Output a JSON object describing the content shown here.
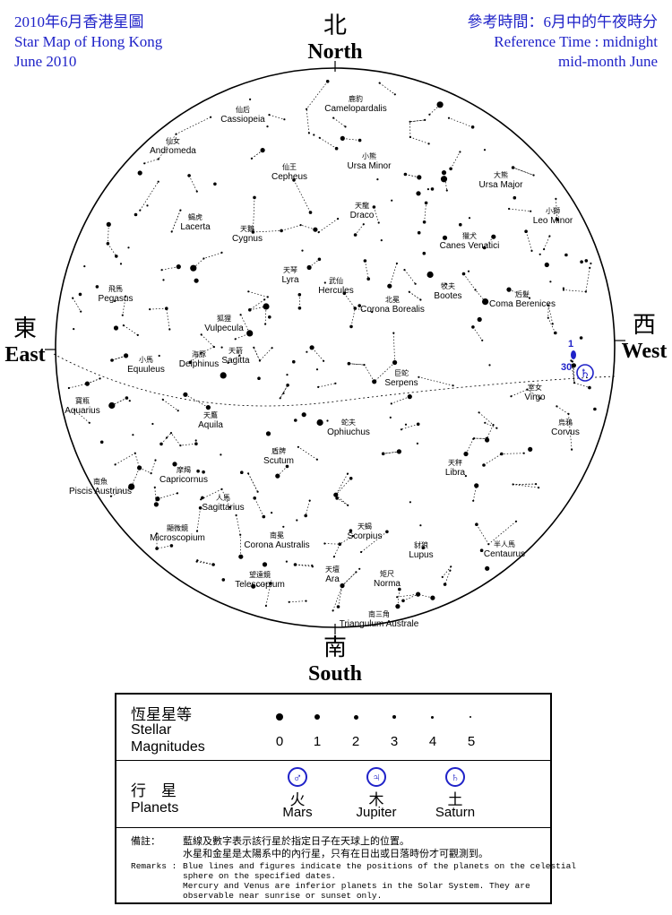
{
  "header": {
    "left": [
      "2010年6月香港星圖",
      "Star Map of Hong Kong",
      "June 2010"
    ],
    "right": [
      "參考時間：6月中的午夜時分",
      "Reference Time : midnight",
      "mid-month June"
    ]
  },
  "directions": {
    "north": {
      "cn": "北",
      "en": "North"
    },
    "south": {
      "cn": "南",
      "en": "South"
    },
    "east": {
      "cn": "東",
      "en": "East"
    },
    "west": {
      "cn": "西",
      "en": "West"
    }
  },
  "constellations": [
    {
      "cn": "鹿豹",
      "en": "Camelopardalis"
    },
    {
      "cn": "仙后",
      "en": "Cassiopeia"
    },
    {
      "cn": "仙女",
      "en": "Andromeda"
    },
    {
      "cn": "仙王",
      "en": "Cepheus"
    },
    {
      "cn": "小熊",
      "en": "Ursa Minor"
    },
    {
      "cn": "大熊",
      "en": "Ursa Major"
    },
    {
      "cn": "天龍",
      "en": "Draco"
    },
    {
      "cn": "小獅",
      "en": "Leo Minor"
    },
    {
      "cn": "蝎虎",
      "en": "Lacerta"
    },
    {
      "cn": "天鵝",
      "en": "Cygnus"
    },
    {
      "cn": "獵犬",
      "en": "Canes Venatici"
    },
    {
      "cn": "飛馬",
      "en": "Pegasus"
    },
    {
      "cn": "天琴",
      "en": "Lyra"
    },
    {
      "cn": "武仙",
      "en": "Hercules"
    },
    {
      "cn": "牧夫",
      "en": "Bootes"
    },
    {
      "cn": "后髮",
      "en": "Coma Berenices"
    },
    {
      "cn": "北冕",
      "en": "Corona Borealis"
    },
    {
      "cn": "狐狸",
      "en": "Vulpecula"
    },
    {
      "cn": "小馬",
      "en": "Equuleus"
    },
    {
      "cn": "海豚",
      "en": "Delphinus"
    },
    {
      "cn": "天箭",
      "en": "Sagitta"
    },
    {
      "cn": "巨蛇",
      "en": "Serpens"
    },
    {
      "cn": "室女",
      "en": "Virgo"
    },
    {
      "cn": "寶瓶",
      "en": "Aquarius"
    },
    {
      "cn": "天鷹",
      "en": "Aquila"
    },
    {
      "cn": "蛇夫",
      "en": "Ophiuchus"
    },
    {
      "cn": "烏鴉",
      "en": "Corvus"
    },
    {
      "cn": "盾牌",
      "en": "Scutum"
    },
    {
      "cn": "天秤",
      "en": "Libra"
    },
    {
      "cn": "南魚",
      "en": "Piscis Austrinus"
    },
    {
      "cn": "摩羯",
      "en": "Capricornus"
    },
    {
      "cn": "人馬",
      "en": "Sagittarius"
    },
    {
      "cn": "顯微鏡",
      "en": "Microscopium"
    },
    {
      "cn": "南冕",
      "en": "Corona Australis"
    },
    {
      "cn": "天蝎",
      "en": "Scorpius"
    },
    {
      "cn": "豺狼",
      "en": "Lupus"
    },
    {
      "cn": "半人馬",
      "en": "Centaurus"
    },
    {
      "cn": "望遠鏡",
      "en": "Telescopium"
    },
    {
      "cn": "天壇",
      "en": "Ara"
    },
    {
      "cn": "矩尺",
      "en": "Norma"
    },
    {
      "cn": "南三角",
      "en": "Triangulum Australe"
    }
  ],
  "saturn_marker": {
    "dates": [
      "1",
      "30"
    ],
    "symbol": "♄"
  },
  "legend": {
    "magnitude_cn": "恆星星等",
    "magnitude_en": [
      "Stellar",
      "Magnitudes"
    ],
    "magnitudes": [
      "0",
      "1",
      "2",
      "3",
      "4",
      "5"
    ],
    "planets_cn": "行　星",
    "planets_en": "Planets",
    "planets": [
      {
        "symbol": "♂",
        "cn": "火",
        "en": "Mars"
      },
      {
        "symbol": "♃",
        "cn": "木",
        "en": "Jupiter"
      },
      {
        "symbol": "♄",
        "cn": "土",
        "en": "Saturn"
      }
    ],
    "remarks_cn_label": "備註：",
    "remarks_cn": [
      "藍線及數字表示該行星於指定日子在天球上的位置。",
      "水星和金星是太陽系中的內行星，只有在日出或日落時份才可觀測到。"
    ],
    "remarks_en_label": "Remarks :",
    "remarks_en": [
      "Blue lines and figures indicate the positions of the planets on the celestial",
      "sphere on the specified dates.",
      "Mercury and Venus are inferior planets in the Solar System.  They are",
      "observable near sunrise or sunset only."
    ]
  },
  "colors": {
    "blue": "#1f22c8",
    "ink": "#000000"
  }
}
